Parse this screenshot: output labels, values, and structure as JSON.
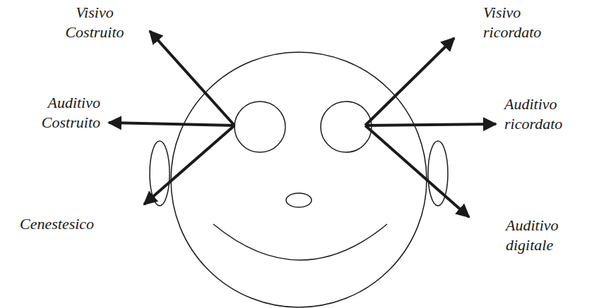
{
  "diagram": {
    "labels": [
      "Visivo Costruito",
      "Auditivo Costruito",
      "Cenestesico",
      "Visivo ricordato",
      "Auditivo ricordato",
      "Auditivo digitale"
    ]
  }
}
